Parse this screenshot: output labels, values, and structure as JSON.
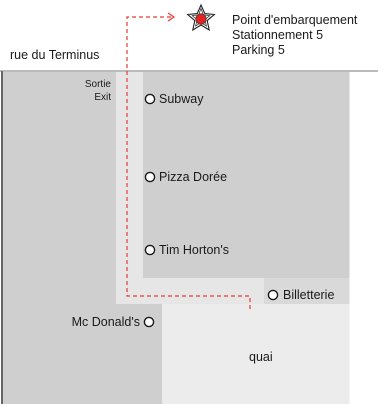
{
  "map": {
    "street": "rue du Terminus",
    "exit": {
      "fr": "Sortie",
      "en": "Exit"
    },
    "pickup": {
      "line1": "Point d'embarquement",
      "line2": "Stationnement 5",
      "line3": "Parking 5"
    },
    "stores": [
      {
        "name": "Subway"
      },
      {
        "name": "Pizza Dorée"
      },
      {
        "name": "Tim Horton's"
      },
      {
        "name": "Mc Donald's"
      },
      {
        "name": "Billetterie"
      }
    ],
    "platform": "quai",
    "colors": {
      "building": "#cfcfcf",
      "corridor": "#e6e6e6",
      "platform": "#ececec",
      "route": "#e53935",
      "star_fill": "#e82020"
    }
  }
}
